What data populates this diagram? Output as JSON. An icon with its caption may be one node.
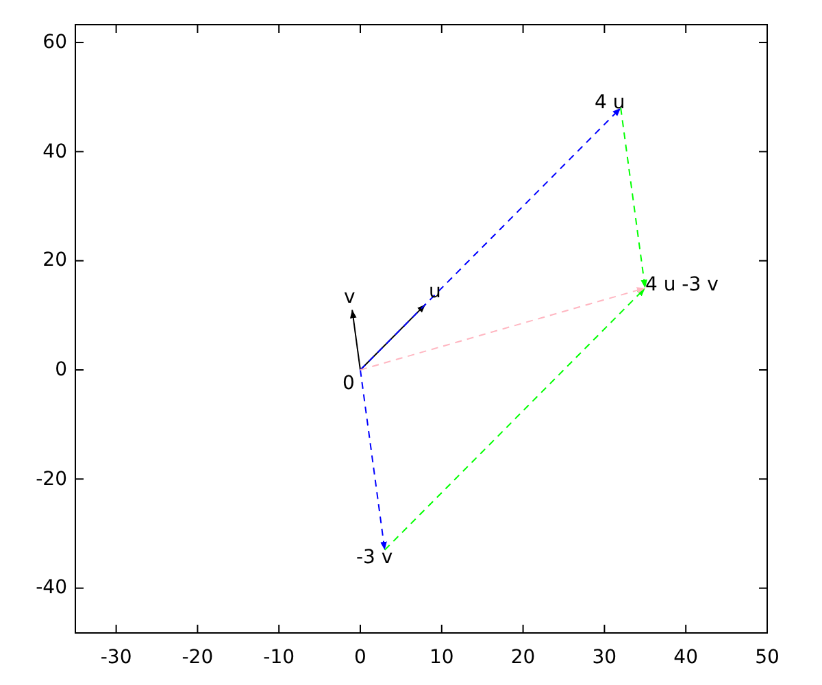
{
  "diagram": {
    "nodes": [
      {
        "text": [
          "0"
        ]
      },
      {
        "text": [
          "u"
        ]
      },
      {
        "text": [
          "v"
        ]
      },
      {
        "text": [
          "4 u"
        ]
      },
      {
        "text": [
          "-3 v"
        ]
      },
      {
        "text": [
          "4 u -3 v"
        ]
      }
    ],
    "edges": [
      {
        "from": 0,
        "to": 1,
        "arrow": "to"
      },
      {
        "from": 0,
        "to": 2,
        "arrow": "to"
      },
      {
        "from": 0,
        "to": 3,
        "arrow": "to",
        "style": "dashed",
        "color": "#0000ff"
      },
      {
        "from": 0,
        "to": 4,
        "arrow": "to",
        "style": "dashed",
        "color": "#0000ff"
      },
      {
        "from": 3,
        "to": 5,
        "arrow": "to",
        "style": "dashed",
        "color": "#00ff00"
      },
      {
        "from": 4,
        "to": 5,
        "arrow": "to",
        "style": "dashed",
        "color": "#00ff00"
      },
      {
        "from": 0,
        "to": 5,
        "arrow": "to",
        "style": "dashed",
        "color": "#ffb6c1"
      }
    ],
    "labels": [
      "60",
      "40",
      "20",
      "0",
      "-20",
      "-40",
      "-30",
      "-20",
      "-10",
      "0",
      "10",
      "20",
      "30",
      "40",
      "50"
    ]
  }
}
